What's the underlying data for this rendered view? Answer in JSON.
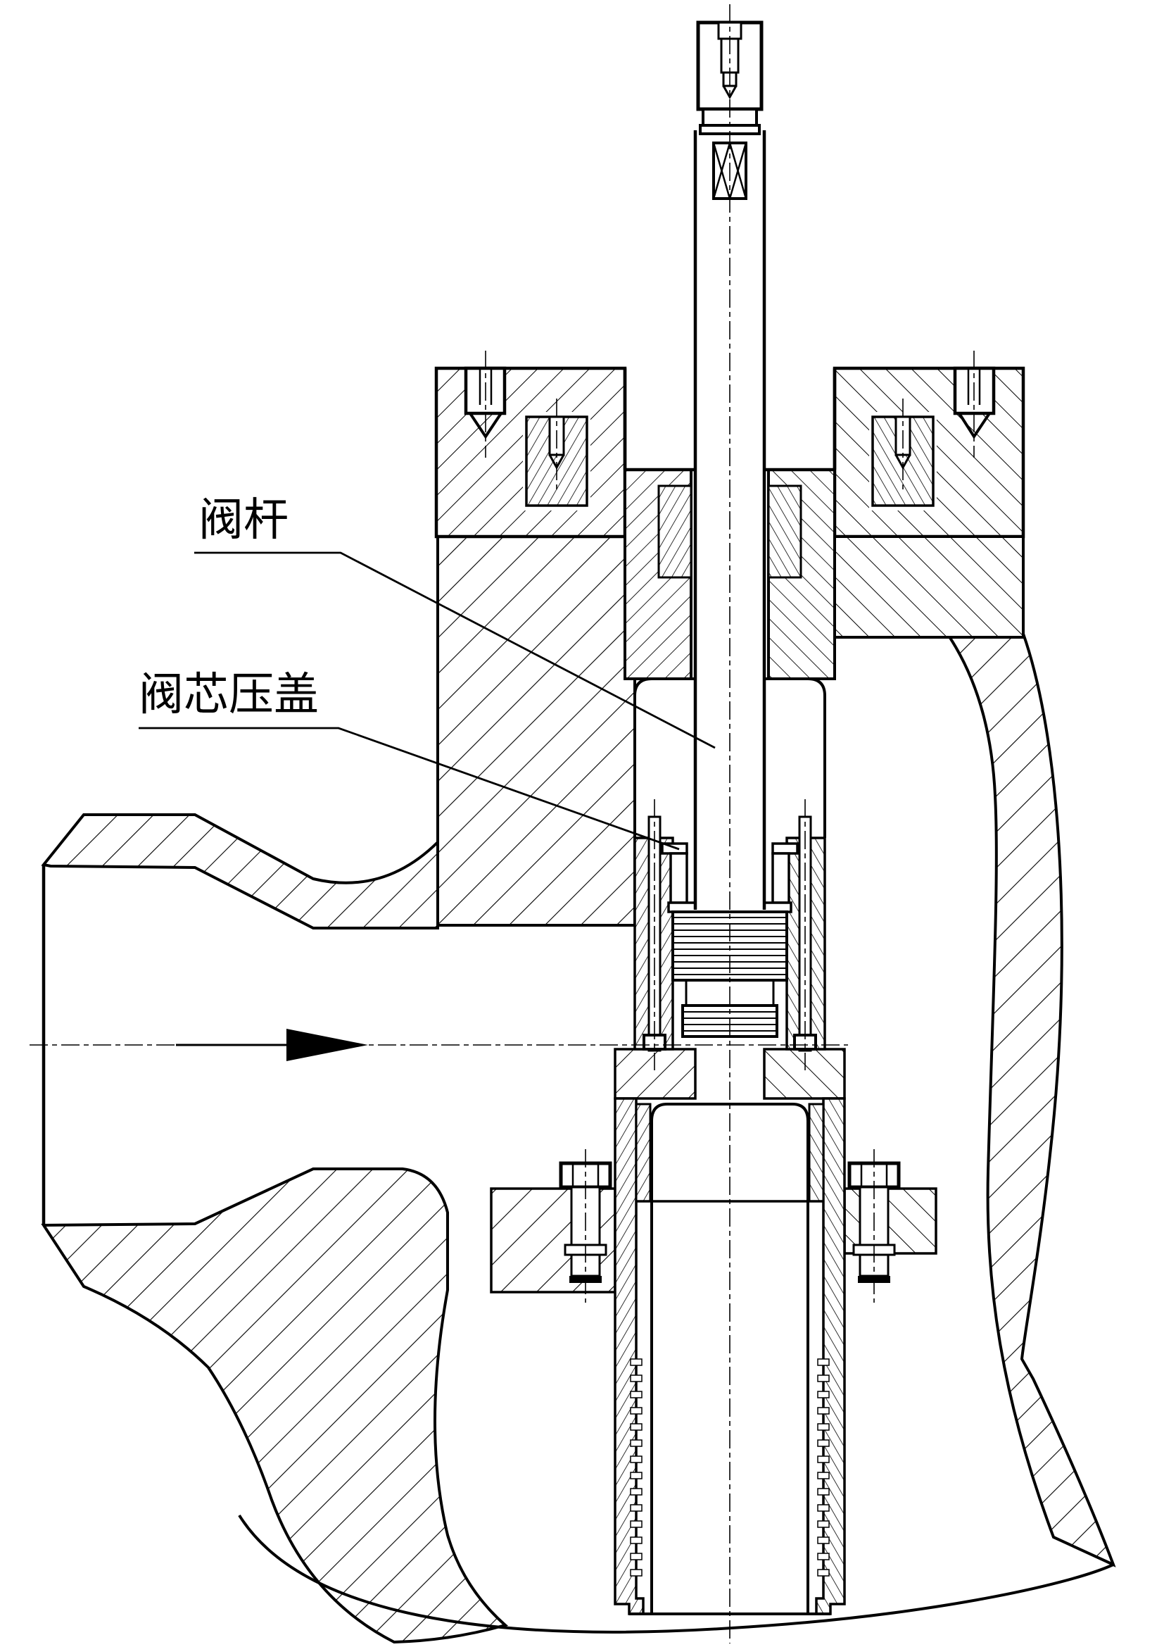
{
  "drawing": {
    "type": "engineering-section-drawing",
    "subject": "angle-valve cross section",
    "line_color": "#000000",
    "background_color": "#ffffff",
    "labels": [
      {
        "id": "valve-stem",
        "text": "阀杆"
      },
      {
        "id": "valve-core-gland",
        "text": "阀芯压盖"
      }
    ],
    "annotations": {
      "flow_arrow": "left-to-right flow direction arrow on inlet centerline"
    }
  }
}
